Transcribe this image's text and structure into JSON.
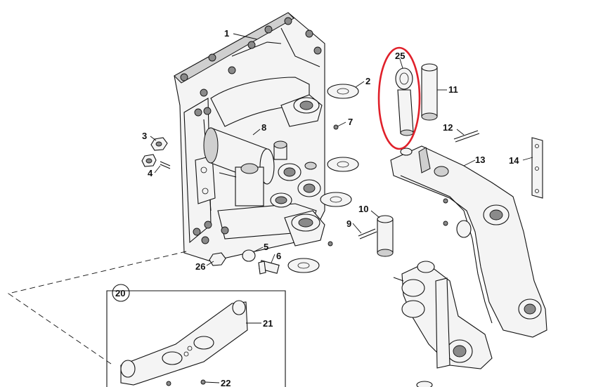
{
  "callouts": {
    "c1": "1",
    "c2": "2",
    "c3": "3",
    "c4": "4",
    "c5": "5",
    "c6": "6",
    "c7": "7",
    "c8": "8",
    "c9": "9",
    "c10": "10",
    "c11": "11",
    "c12": "12",
    "c13": "13",
    "c14": "14",
    "c20": "20",
    "c21": "21",
    "c22": "22",
    "c25": "25",
    "c26": "26"
  },
  "highlight": {
    "color": "#e0202a",
    "target": "25"
  }
}
